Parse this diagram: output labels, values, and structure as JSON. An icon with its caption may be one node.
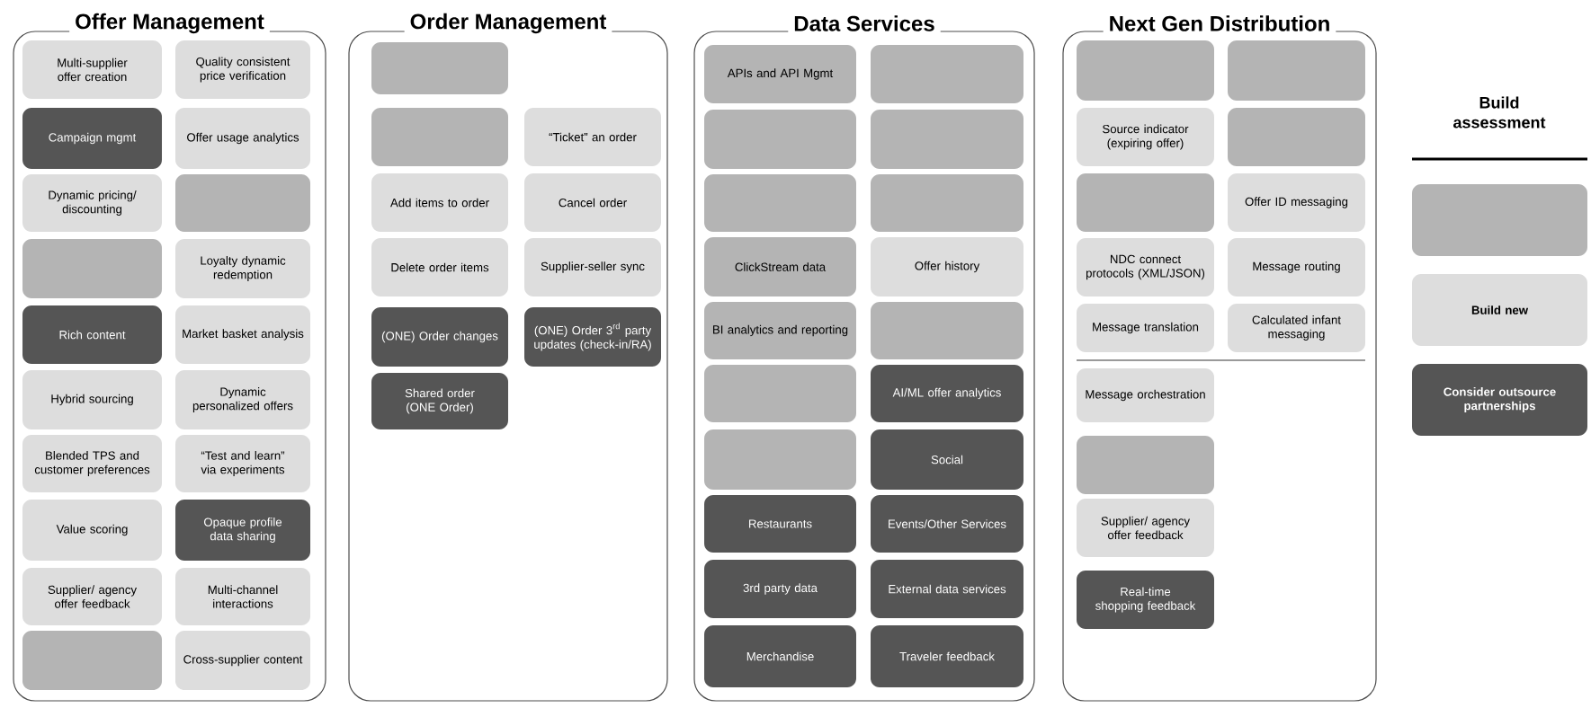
{
  "diagram": {
    "nodes": [
      {
        "text": [
          "Offer Management"
        ]
      },
      {
        "text": [
          "Multi-supplier offer creation"
        ],
        "in": 0
      },
      {
        "text": [
          "Quality consistent price verification"
        ],
        "in": 0
      },
      {
        "text": [
          "Campaign mgmt"
        ],
        "in": 0
      },
      {
        "text": [
          "Offer usage analytics"
        ],
        "in": 0
      },
      {
        "text": [
          "Dynamic pricing/ discounting"
        ],
        "in": 0
      },
      {
        "text": [],
        "shape": "box",
        "in": 0
      },
      {
        "text": [],
        "shape": "box",
        "in": 0
      },
      {
        "text": [
          "Loyalty dynamic redemption"
        ],
        "in": 0
      },
      {
        "text": [
          "Rich content"
        ],
        "in": 0
      },
      {
        "text": [
          "Market basket analysis"
        ],
        "in": 0
      },
      {
        "text": [
          "Hybrid sourcing"
        ],
        "in": 0
      },
      {
        "text": [
          "Dynamic personalized offers"
        ],
        "in": 0
      },
      {
        "text": [
          "Blended TPS and customer preferences"
        ],
        "in": 0
      },
      {
        "text": [
          "“Test and learn” via experiments"
        ],
        "in": 0
      },
      {
        "text": [
          "Value scoring"
        ],
        "in": 0
      },
      {
        "text": [
          "Opaque profile data sharing"
        ],
        "in": 0
      },
      {
        "text": [
          "Supplier/ agency offer feedback"
        ],
        "in": 0
      },
      {
        "text": [
          "Multi-channel interactions"
        ],
        "in": 0
      },
      {
        "text": [],
        "shape": "box",
        "in": 0
      },
      {
        "text": [
          "Cross-supplier content"
        ],
        "in": 0
      },
      {
        "text": [
          "Order Management"
        ]
      },
      {
        "text": [],
        "shape": "box",
        "in": 21
      },
      {
        "text": [],
        "shape": "box",
        "in": 21
      },
      {
        "text": [
          "“Ticket” an order"
        ],
        "in": 21
      },
      {
        "text": [
          "Add items to order"
        ],
        "in": 21
      },
      {
        "text": [
          "Cancel order"
        ],
        "in": 21
      },
      {
        "text": [
          "Delete order items"
        ],
        "in": 21
      },
      {
        "text": [
          "Supplier-seller sync"
        ],
        "in": 21
      },
      {
        "text": [
          "(ONE) Order changes"
        ],
        "in": 21
      },
      {
        "text": [
          "(ONE) Order 3$^{rd}$ party updates (check-in/RA)"
        ],
        "in": 21
      },
      {
        "text": [
          "Shared order (ONE Order)"
        ],
        "in": 21
      },
      {
        "text": [
          "Data Services"
        ]
      },
      {
        "text": [
          "APIs and API Mgmt"
        ],
        "in": 32
      },
      {
        "text": [],
        "shape": "box",
        "in": 32
      },
      {
        "text": [],
        "shape": "box",
        "in": 32
      },
      {
        "text": [],
        "shape": "box",
        "in": 32
      },
      {
        "text": [],
        "shape": "box",
        "in": 32
      },
      {
        "text": [],
        "shape": "box",
        "in": 32
      },
      {
        "text": [
          "ClickStream data"
        ],
        "in": 32
      },
      {
        "text": [
          "Offer history"
        ],
        "in": 32
      },
      {
        "text": [
          "BI analytics and reporting"
        ],
        "in": 32
      },
      {
        "text": [],
        "shape": "box",
        "in": 32
      },
      {
        "text": [],
        "shape": "box",
        "in": 32
      },
      {
        "text": [
          "AI/ML offer analytics"
        ],
        "in": 32
      },
      {
        "text": [],
        "shape": "box",
        "in": 32
      },
      {
        "text": [
          "Social"
        ],
        "in": 32
      },
      {
        "text": [
          "Restaurants"
        ],
        "in": 32
      },
      {
        "text": [
          "Events/Other Services"
        ],
        "in": 32
      },
      {
        "text": [
          "3rd party data"
        ],
        "in": 32
      },
      {
        "text": [
          "External data services"
        ],
        "in": 32
      },
      {
        "text": [
          "Merchandise"
        ],
        "in": 32
      },
      {
        "text": [
          "Traveler feedback"
        ],
        "in": 32
      },
      {
        "text": [
          "Next Gen Distribution"
        ]
      },
      {
        "text": [],
        "shape": "box",
        "in": 53
      },
      {
        "text": [],
        "shape": "box",
        "in": 53
      },
      {
        "text": [
          "Source indicator (expiring offer)"
        ],
        "in": 53
      },
      {
        "text": [],
        "shape": "box",
        "in": 53
      },
      {
        "text": [],
        "shape": "box",
        "in": 53
      },
      {
        "text": [
          "Offer ID messaging"
        ],
        "in": 53
      },
      {
        "text": [
          "NDC connect protocols (XML/JSON)"
        ],
        "in": 53
      },
      {
        "text": [
          "Message routing"
        ],
        "in": 53
      },
      {
        "text": [
          "Message translation"
        ],
        "in": 53
      },
      {
        "text": [
          "Calculated infant messaging"
        ],
        "in": 53
      },
      {
        "text": [
          "Message orchestration"
        ],
        "in": 53
      },
      {
        "text": [],
        "shape": "box",
        "in": 53
      },
      {
        "text": [
          "Supplier/ agency offer feedback"
        ],
        "in": 53
      },
      {
        "text": [
          "Real-time shopping feedback"
        ],
        "in": 53
      },
      {
        "text": [],
        "shape": "box"
      },
      {
        "text": [
          "Build new"
        ]
      },
      {
        "text": [
          "Consider outsource partnerships"
        ]
      }
    ],
    "labels": [
      "Build assessment"
    ]
  }
}
